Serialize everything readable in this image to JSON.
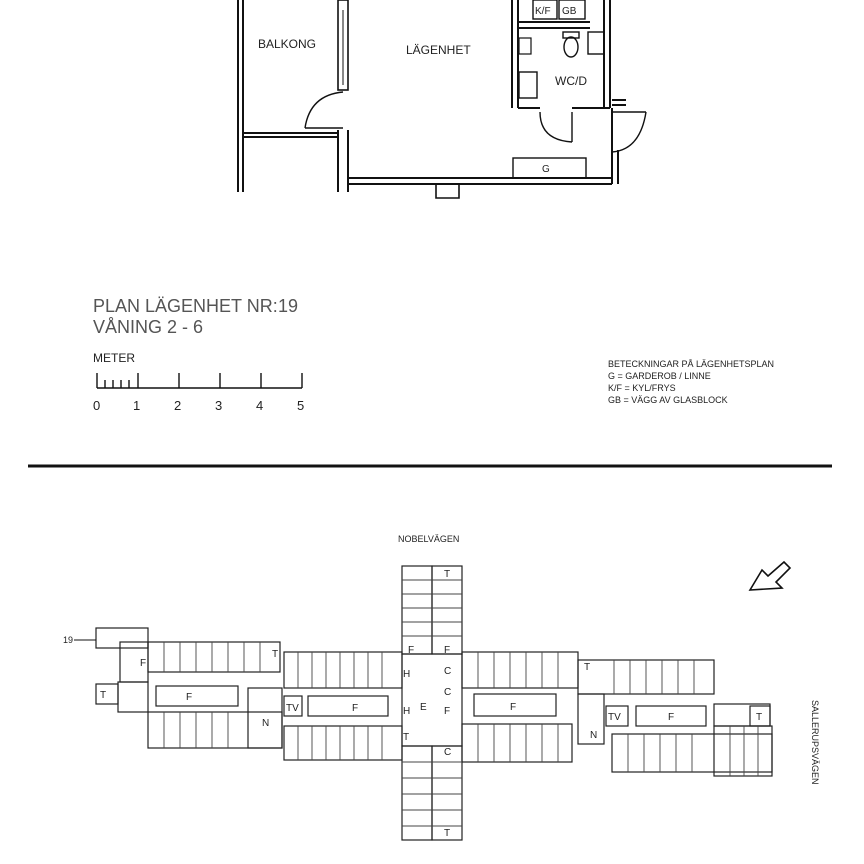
{
  "apartment_plan": {
    "rooms": {
      "balkong": "BALKONG",
      "lagenhet": "LÄGENHET",
      "wc": "WC/D",
      "kf": "K/F",
      "gb": "GB",
      "g": "G"
    }
  },
  "title": {
    "line1": "PLAN LÄGENHET NR:",
    "number": "19",
    "line2": "VÅNING 2 - 6"
  },
  "scale": {
    "label": "METER",
    "ticks": [
      "0",
      "1",
      "2",
      "3",
      "4",
      "5"
    ]
  },
  "legend": {
    "heading": "BETECKNINGAR PÅ LÄGENHETSPLAN",
    "items": [
      "G = GARDEROB / LINNE",
      "K/F = KYL/FRYS",
      "GB = VÄGG AV GLASBLOCK"
    ]
  },
  "site_plan": {
    "street_top": "NOBELVÄGEN",
    "street_right": "SALLERUPSVÄGEN",
    "apt_marker": "19",
    "labels": {
      "t": "T",
      "f": "F",
      "n": "N",
      "tv": "TV",
      "h": "H",
      "c": "C",
      "e": "E"
    }
  }
}
